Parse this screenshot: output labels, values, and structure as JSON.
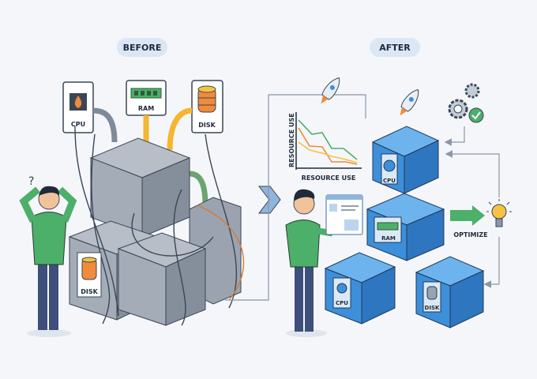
{
  "before": {
    "title": "BEFORE",
    "resources": [
      {
        "label": "CPU",
        "icon": "cpu-icon"
      },
      {
        "label": "RAM",
        "icon": "ram-icon"
      },
      {
        "label": "DISK",
        "icon": "disk-icon"
      }
    ],
    "server_disk_label": "DISK"
  },
  "after": {
    "title": "AFTER",
    "chart": {
      "y_label": "RESOURCE USE",
      "x_label": "RESOURCE USE"
    },
    "containers": [
      {
        "label": "CPU"
      },
      {
        "label": "RAM"
      },
      {
        "label": "CPU"
      },
      {
        "label": "DISK"
      }
    ],
    "optimize_label": "OPTIMIZE"
  },
  "colors": {
    "pill": "#dbe7f4",
    "container_blue": "#3d8fd9",
    "server_gray": "#8e98a6",
    "green": "#4caf6a",
    "orange": "#f08a3c",
    "yellow": "#f5c242"
  }
}
